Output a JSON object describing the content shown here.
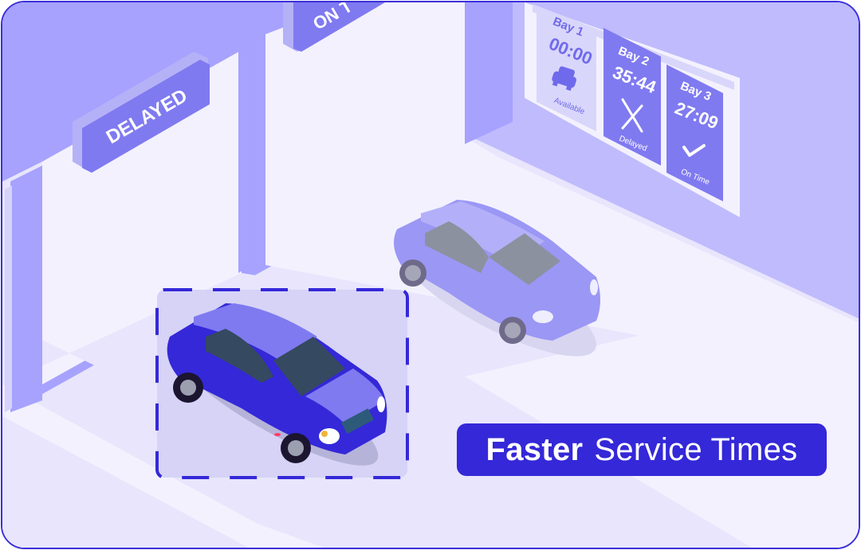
{
  "signs": {
    "delayed": "DELAYED",
    "on_time_partial": "ON T"
  },
  "bays": [
    {
      "label": "Bay 1",
      "time": "00:00",
      "status": "Available",
      "icon": "car-icon"
    },
    {
      "label": "Bay 2",
      "time": "35:44",
      "status": "Delayed",
      "icon": "x-icon"
    },
    {
      "label": "Bay 3",
      "time": "27:09",
      "status": "On Time",
      "icon": "check-icon"
    }
  ],
  "caption": {
    "bold": "Faster",
    "light": "Service Times"
  },
  "colors": {
    "accent": "#3428d8",
    "sign": "#7f7af0",
    "wall": "#a6a2fe",
    "floor": "#e8e5fc",
    "floor_light": "#f3f1fe"
  }
}
